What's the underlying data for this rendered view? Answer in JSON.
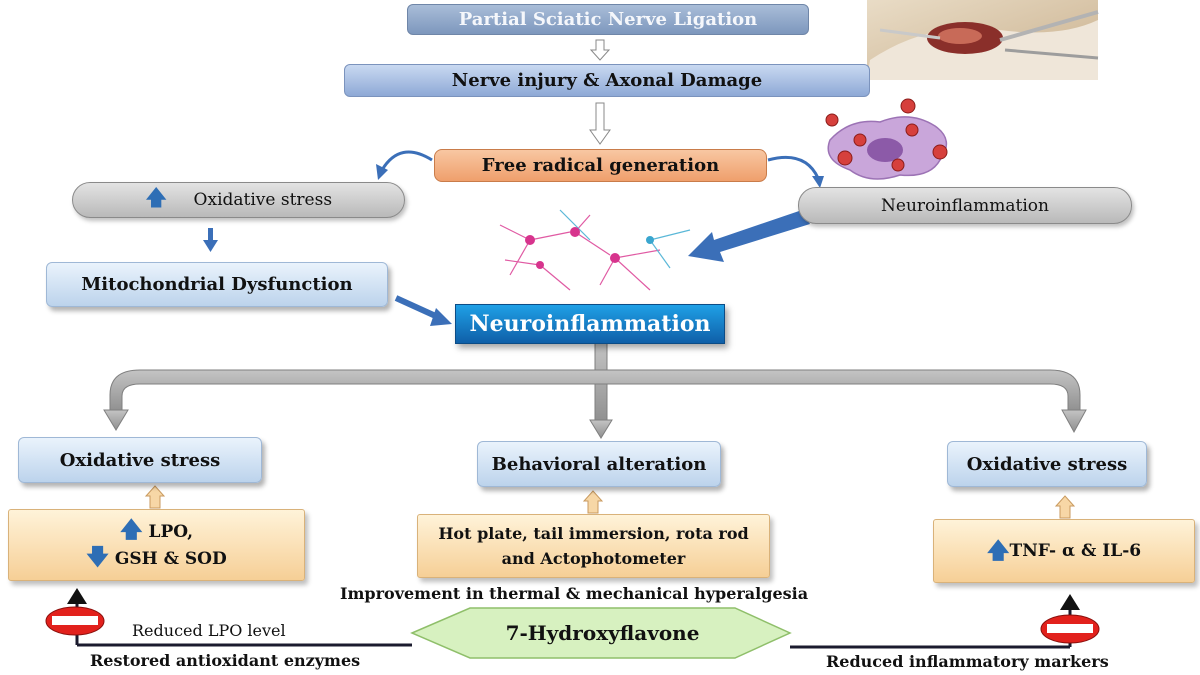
{
  "top": {
    "psnl": "Partial Sciatic Nerve Ligation",
    "injury": "Nerve injury & Axonal Damage",
    "free_radical": "Free radical generation",
    "oxidative_stress": "Oxidative stress",
    "neuroinflammation_right": "Neuroinflammation",
    "mito": "Mitochondrial Dysfunction",
    "neuroinflammation_center": "Neuroinflammation"
  },
  "outcomes": {
    "left_title": "Oxidative stress",
    "left_line1": "LPO,",
    "left_line2": "GSH & SOD",
    "center_title": "Behavioral alteration",
    "center_line1": "Hot plate, tail immersion, rota rod",
    "center_line2": "and Actophotometer",
    "right_title": "Oxidative stress",
    "right_line1": "TNF- α & IL-6"
  },
  "bottom": {
    "improvement": "Improvement in thermal & mechanical hyperalgesia",
    "drug": "7-Hydroxyflavone",
    "reduced_lpo": "Reduced LPO level",
    "restored": "Restored antioxidant enzymes",
    "reduced_markers": "Reduced inflammatory markers"
  },
  "icons": {
    "increase": "up-arrow-icon",
    "decrease": "down-arrow-icon",
    "inhibit": "inhibit-sign-icon"
  },
  "colors": {
    "blue_arrow": "#3b6fb8",
    "grey_arrow": "#9a9a9a",
    "orange_box": "#f4b183",
    "center_blue": "#1f7fc9",
    "drug_green": "#d7f1c0"
  }
}
